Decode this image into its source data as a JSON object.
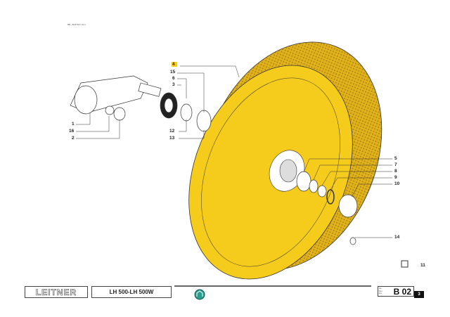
{
  "document_code": "BB - BLB7047 01.3",
  "callouts": {
    "n1": "1",
    "n2": "2",
    "n3": "3",
    "n4": "4",
    "n5": "5",
    "n6": "6",
    "n7": "7",
    "n8": "8",
    "n9": "9",
    "n10": "10",
    "n11": "11",
    "n12": "12",
    "n13": "13",
    "n14": "14",
    "n15": "15",
    "n16": "16"
  },
  "footer": {
    "brand": "LEITNER",
    "model": "LH 500-LH 500W",
    "section_code": "B 02",
    "sheet": "3",
    "mini_lines": [
      "Ita.",
      "Deu.",
      "Fra."
    ]
  },
  "colors": {
    "wheel": "#f6cc1c",
    "tread": "#c9a020",
    "home_icon": "#2a9d8f"
  }
}
